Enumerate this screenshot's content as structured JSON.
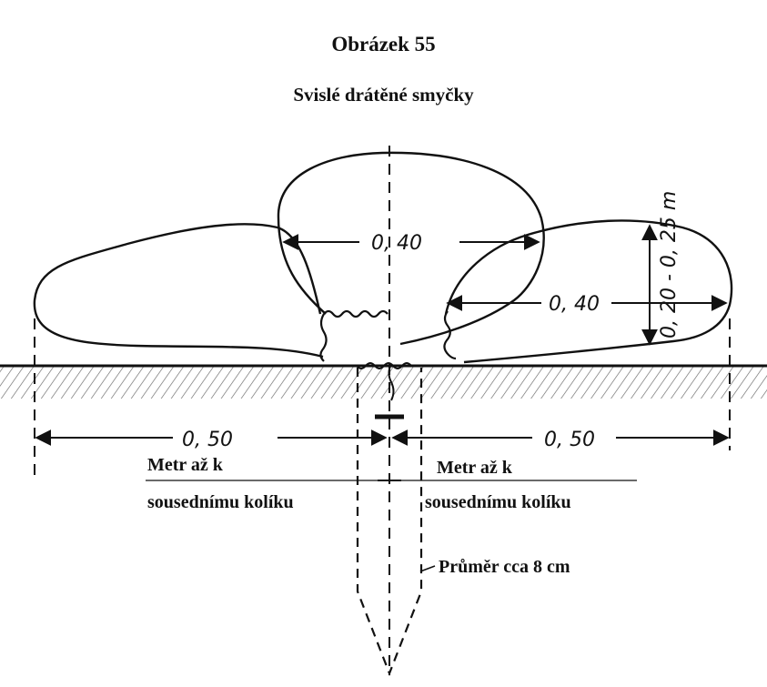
{
  "figure": {
    "number": "Obrázek 55",
    "title": "Svislé drátěné smyčky"
  },
  "dimensions": {
    "center_loop_width": "0, 40",
    "side_loop_width": "0, 40",
    "loop_height": "0, 20 - 0, 25 m",
    "left_spacing": "0, 50",
    "right_spacing": "0, 50"
  },
  "labels": {
    "left_line1": "Metr až k",
    "left_line2": "sousednímu kolíku",
    "right_line1": "Metr až k",
    "right_line2": "sousednímu kolíku",
    "stake_diameter": "Průměr cca 8 cm"
  }
}
